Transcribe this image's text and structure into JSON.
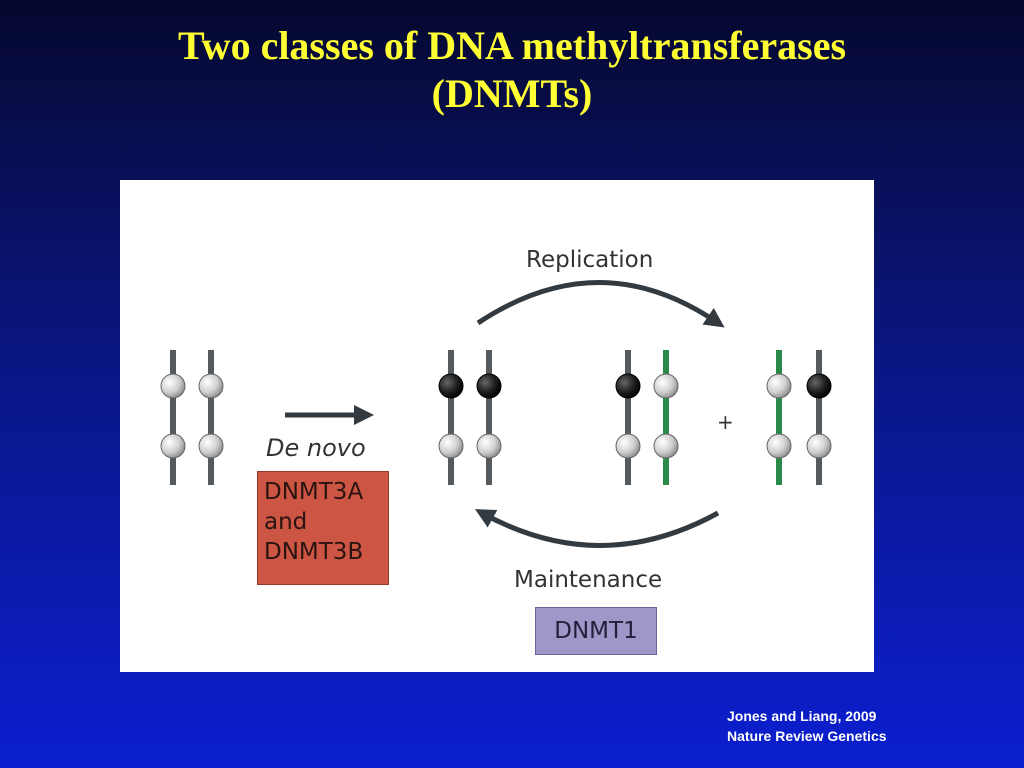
{
  "slide": {
    "title_line1": "Two classes of DNA methyltransferases",
    "title_line2": "(DNMTs)"
  },
  "figure": {
    "replication_label": "Replication",
    "denovo_label": "De novo",
    "maintenance_label": "Maintenance",
    "plus_sign": "+",
    "denovo_enzyme": {
      "line1": "DNMT3A",
      "line2": "and",
      "line3": "DNMT3B"
    },
    "maintenance_enzyme": "DNMT1"
  },
  "citation": {
    "line1": "Jones and Liang, 2009",
    "line2": "Nature Review Genetics"
  },
  "colors": {
    "title": "#ffff33",
    "strand": "#555a5e",
    "new_strand": "#2a8a4a",
    "methylated": "#1c1c1c",
    "unmethylated": "#c8c8c8",
    "denovo_box": "#cc5544",
    "maintenance_box": "#9f97c8"
  }
}
